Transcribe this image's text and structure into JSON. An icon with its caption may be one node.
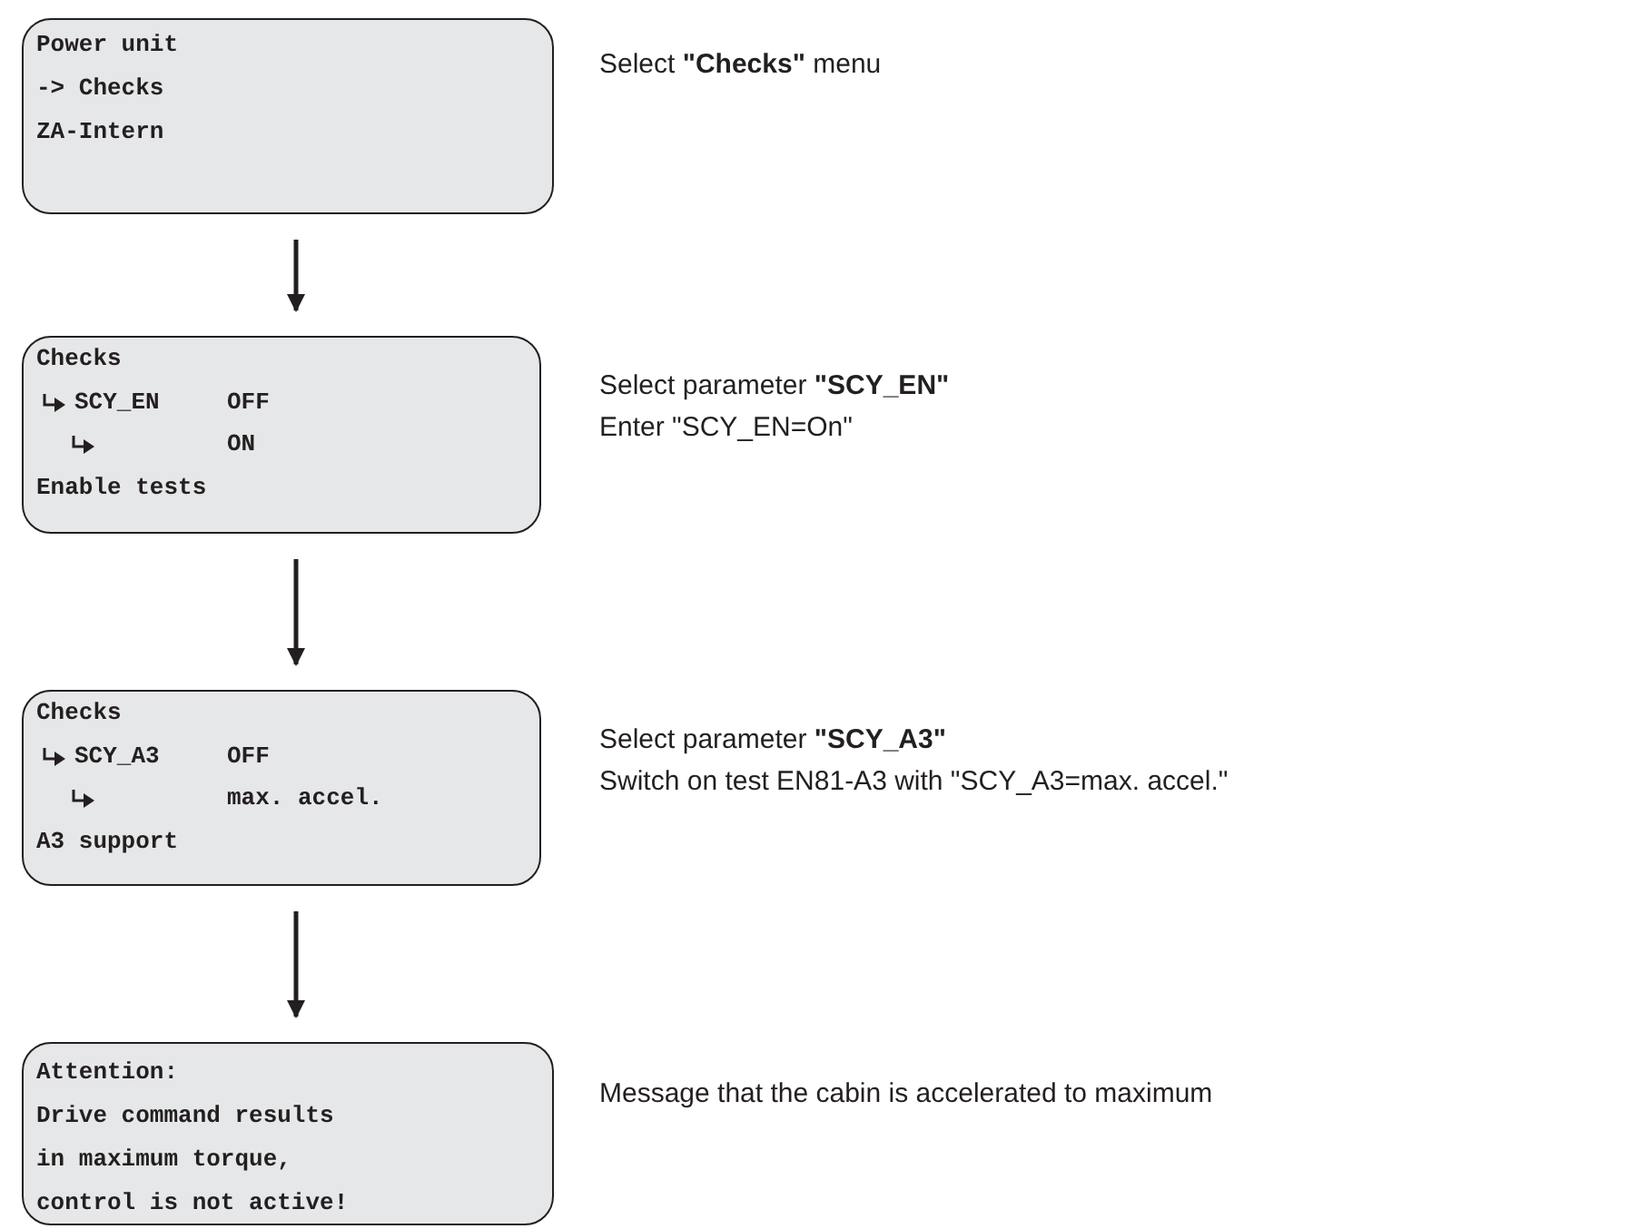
{
  "diagram": {
    "nodes": [
      {
        "text": [
          "Power unit",
          "-> Checks",
          "ZA-Intern"
        ],
        "beside": [
          "Select **\"Checks\"** menu"
        ]
      },
      {
        "text": [
          "Checks",
          "SCY_EN",
          "OFF",
          "ON",
          "Enable tests"
        ],
        "beside": [
          "Select parameter **\"SCY_EN\"**",
          "Enter \"SCY_EN=On\""
        ]
      },
      {
        "text": [
          "Checks",
          "SCY_A3",
          "OFF",
          "max. accel.",
          "A3 support"
        ],
        "beside": [
          "Select parameter **\"SCY_A3\"**",
          "Switch on test EN81-A3 with \"SCY_A3=max. accel.\""
        ]
      },
      {
        "text": [
          "Attention:",
          "Drive command results",
          "in maximum torque,",
          "control is not active!"
        ],
        "beside": [
          "Message that the cabin is accelerated to maximum"
        ]
      }
    ],
    "edges": [
      {
        "from": 0,
        "to": 1,
        "arrow": "to"
      },
      {
        "from": 1,
        "to": 2,
        "arrow": "to"
      },
      {
        "from": 2,
        "to": 3,
        "arrow": "to"
      }
    ]
  }
}
